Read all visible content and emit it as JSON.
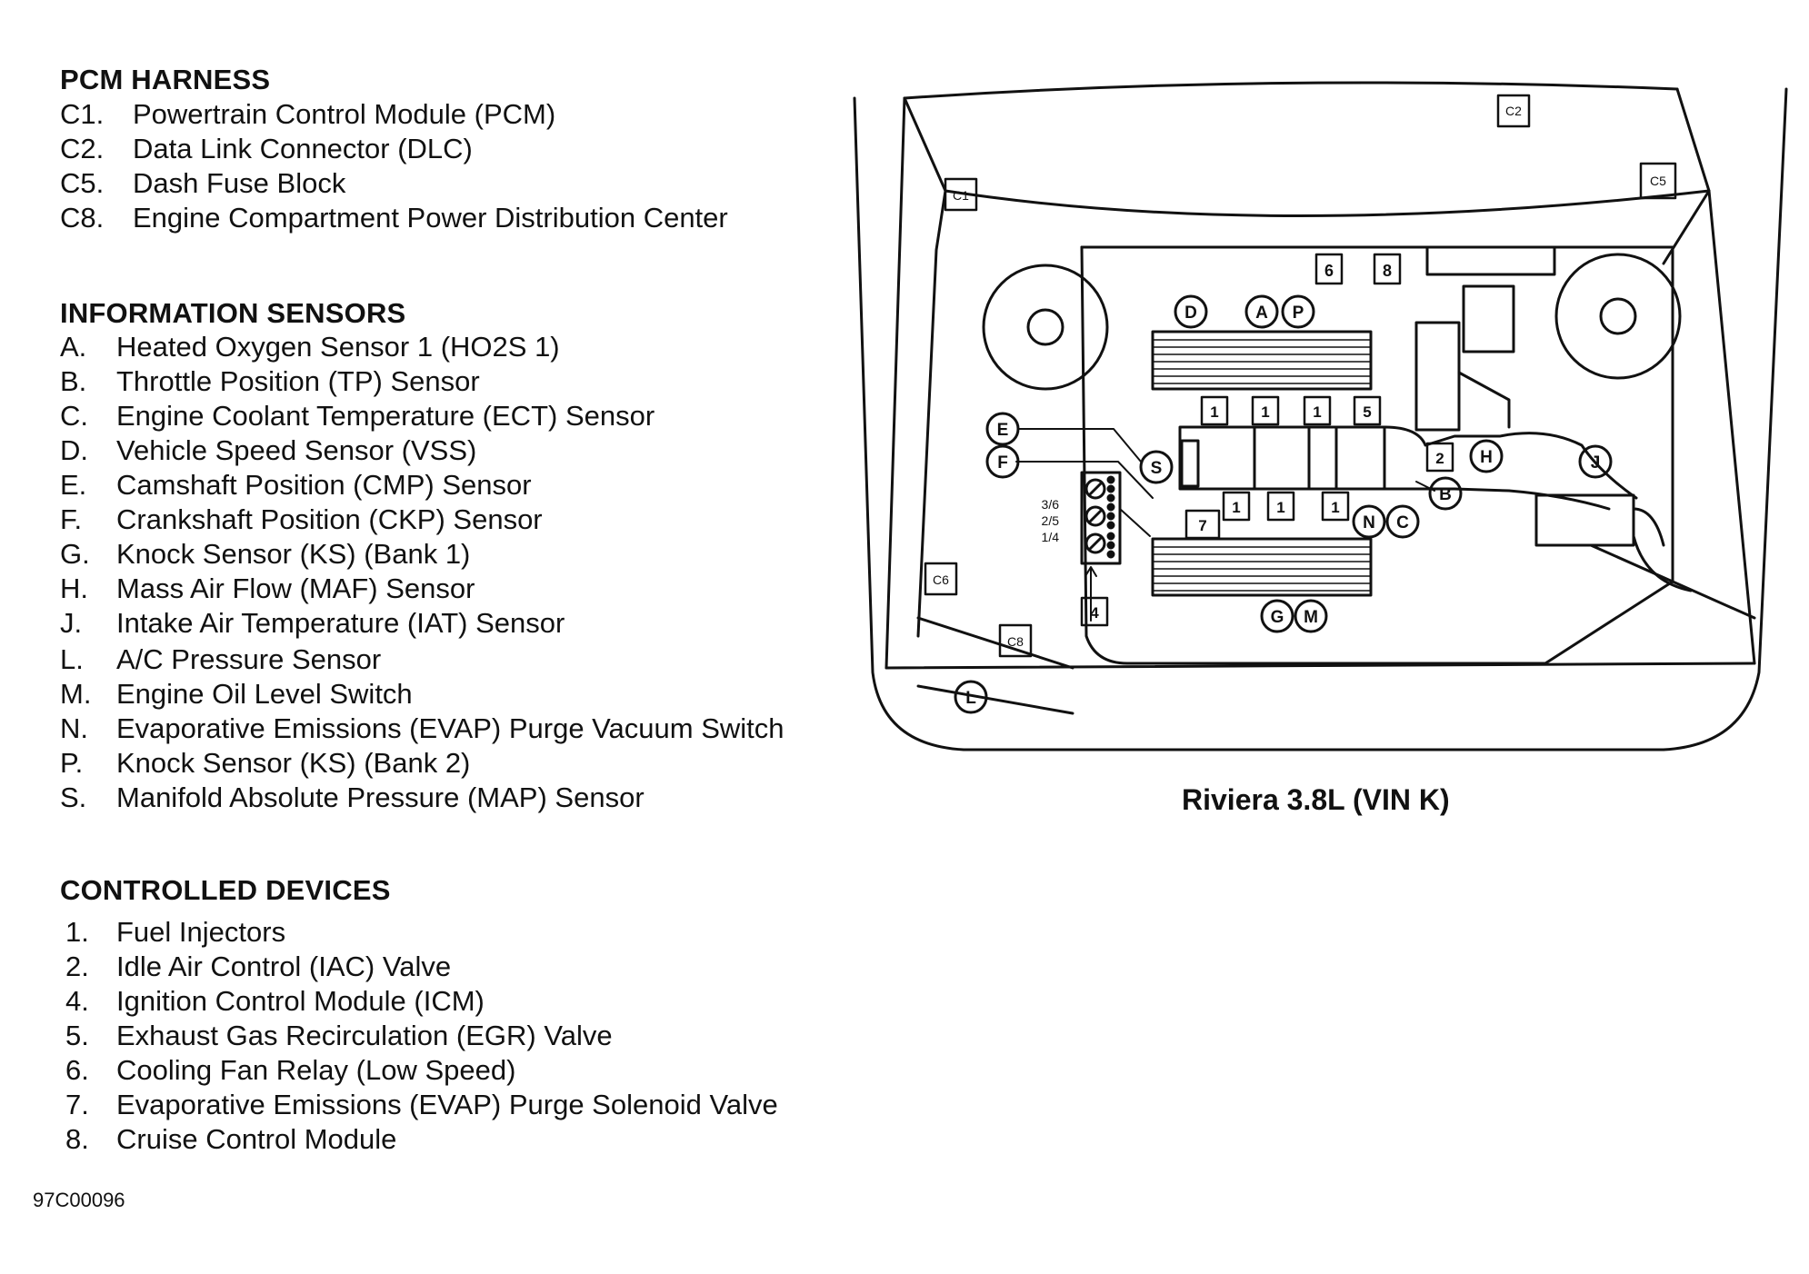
{
  "pcm_harness": {
    "title": "PCM HARNESS",
    "items": [
      {
        "code": "C1.",
        "label": "Powertrain Control Module (PCM)"
      },
      {
        "code": "C2.",
        "label": "Data Link Connector (DLC)"
      },
      {
        "code": "C5.",
        "label": "Dash Fuse Block"
      },
      {
        "code": "C8.",
        "label": "Engine Compartment Power Distribution Center"
      }
    ]
  },
  "information_sensors": {
    "title": "INFORMATION SENSORS",
    "items": [
      {
        "code": "A.",
        "label": "Heated Oxygen Sensor 1 (HO2S 1)"
      },
      {
        "code": "B.",
        "label": "Throttle Position (TP) Sensor"
      },
      {
        "code": "C.",
        "label": "Engine Coolant Temperature (ECT) Sensor"
      },
      {
        "code": "D.",
        "label": "Vehicle Speed Sensor (VSS)"
      },
      {
        "code": "E.",
        "label": "Camshaft Position (CMP) Sensor"
      },
      {
        "code": "F.",
        "label": "Crankshaft Position (CKP) Sensor"
      },
      {
        "code": "G.",
        "label": "Knock Sensor (KS) (Bank 1)"
      },
      {
        "code": "H.",
        "label": "Mass Air Flow (MAF) Sensor"
      },
      {
        "code": "J.",
        "label": "Intake Air Temperature (IAT) Sensor"
      },
      {
        "code": "L.",
        "label": "A/C Pressure Sensor"
      },
      {
        "code": "M.",
        "label": "Engine Oil Level Switch"
      },
      {
        "code": "N.",
        "label": "Evaporative Emissions (EVAP) Purge Vacuum Switch"
      },
      {
        "code": "P.",
        "label": "Knock Sensor (KS) (Bank 2)"
      },
      {
        "code": "S.",
        "label": "Manifold Absolute Pressure (MAP) Sensor"
      }
    ]
  },
  "controlled_devices": {
    "title": "CONTROLLED DEVICES",
    "items": [
      {
        "code": "1.",
        "label": "Fuel Injectors"
      },
      {
        "code": "2.",
        "label": "Idle Air Control (IAC) Valve"
      },
      {
        "code": "4.",
        "label": "Ignition Control Module (ICM)"
      },
      {
        "code": "5.",
        "label": "Exhaust Gas Recirculation (EGR) Valve"
      },
      {
        "code": "6.",
        "label": "Cooling Fan Relay (Low Speed)"
      },
      {
        "code": "7.",
        "label": "Evaporative Emissions (EVAP) Purge Solenoid Valve"
      },
      {
        "code": "8.",
        "label": "Cruise Control Module"
      }
    ]
  },
  "diagram": {
    "caption": "Riviera 3.8L (VIN K)",
    "connector_labels": [
      "C1",
      "C2",
      "C5",
      "C6",
      "C8"
    ],
    "circle_labels": [
      "A",
      "B",
      "C",
      "D",
      "E",
      "F",
      "G",
      "H",
      "J",
      "L",
      "M",
      "N",
      "P",
      "S"
    ],
    "box_labels": [
      "1",
      "2",
      "4",
      "5",
      "6",
      "7",
      "8"
    ],
    "coil_labels": [
      "3/6",
      "2/5",
      "1/4"
    ]
  },
  "figure_code": "97C00096"
}
